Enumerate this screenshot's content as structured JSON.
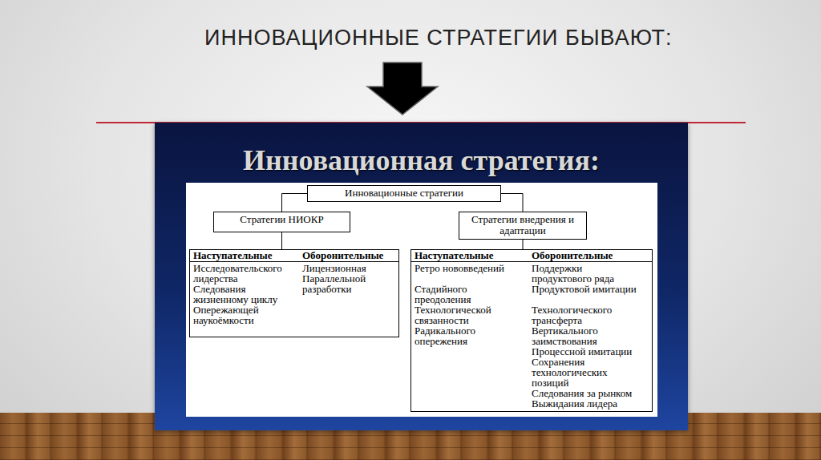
{
  "diagram": {
    "title": "ИННОВАЦИОННЫЕ СТРАТЕГИИ БЫВАЮТ:",
    "nodes": [
      {
        "text": [
          "Инновационная стратегия:"
        ]
      },
      {
        "text": [
          "Инновационные стратегии"
        ],
        "in": 0
      },
      {
        "text": [
          "Стратегии НИОКР"
        ],
        "in": 0
      },
      {
        "text": [
          "Стратегии внедрения и адаптации"
        ],
        "in": 0
      },
      {
        "text": [
          "Наступательные",
          "Оборонительные",
          "Исследовательского лидерства",
          "Следования жизненному циклу",
          "Опережающей наукоёмкости",
          "Лицензионная",
          "Параллельной разработки"
        ],
        "in": 0
      },
      {
        "text": [
          "Наступательные",
          "Оборонительные",
          "Ретро нововведений",
          "Стадийного преодоления",
          "Технологической связанности",
          "Радикального опережения",
          "Поддержки продуктового ряда",
          "Продуктовой имитации",
          "Технологического трансферта",
          "Вертикального заимствования",
          "Процессной имитации",
          "Сохранения технологических позиций",
          "Следования за рынком",
          "Выжидания лидера"
        ],
        "in": 0
      }
    ],
    "edges": [
      {
        "from": 1,
        "to": 2,
        "arrow": "none"
      },
      {
        "from": 1,
        "to": 3,
        "arrow": "none"
      },
      {
        "from": 2,
        "to": 4,
        "arrow": "none"
      },
      {
        "from": 3,
        "to": 5,
        "arrow": "none"
      }
    ]
  }
}
